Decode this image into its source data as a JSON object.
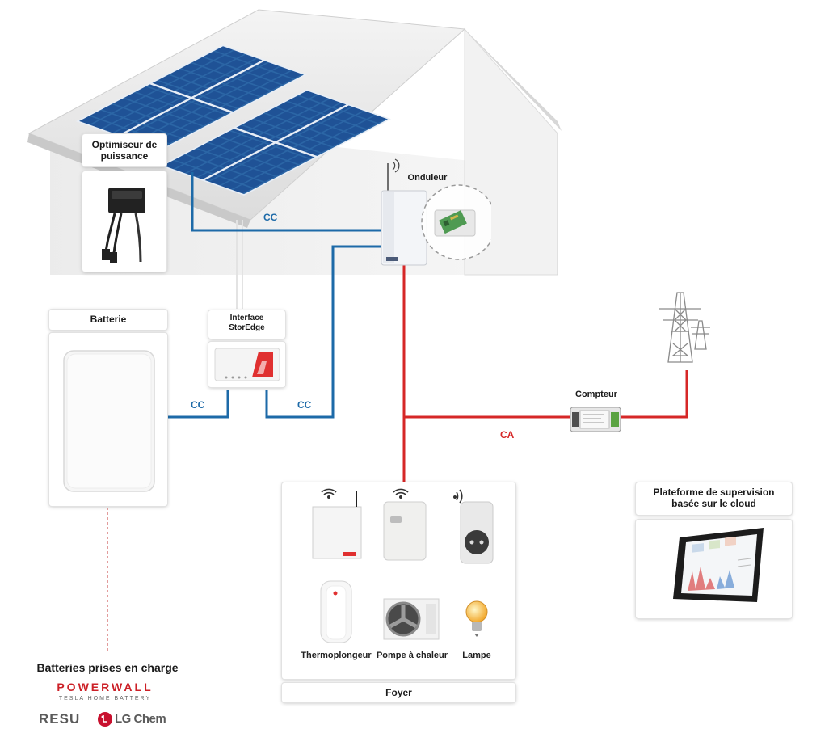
{
  "labels": {
    "optimizer": [
      "Optimiseur de",
      "puissance"
    ],
    "inverter": "Onduleur",
    "battery": "Batterie",
    "interface": [
      "Interface",
      "StorEdge"
    ],
    "meter": "Compteur",
    "cloud": [
      "Plateforme de supervision",
      "basée sur le cloud"
    ],
    "home": "Foyer",
    "supported_batteries": "Batteries prises en charge"
  },
  "bus_labels": {
    "cc_roof": "CC",
    "cc_battery": "CC",
    "cc_interface": "CC",
    "ca": "CA"
  },
  "home_devices": [
    {
      "label": "Thermoplongeur"
    },
    {
      "label": "Pompe à chaleur"
    },
    {
      "label": "Lampe"
    }
  ],
  "brands": {
    "powerwall": "POWERWALL",
    "powerwall_sub": "TESLA HOME BATTERY",
    "resu": "RESU",
    "lgchem": "LG Chem"
  },
  "colors": {
    "dc_line": "#1d6aa8",
    "ac_line": "#d62727",
    "panel": "#1f5c9c"
  }
}
